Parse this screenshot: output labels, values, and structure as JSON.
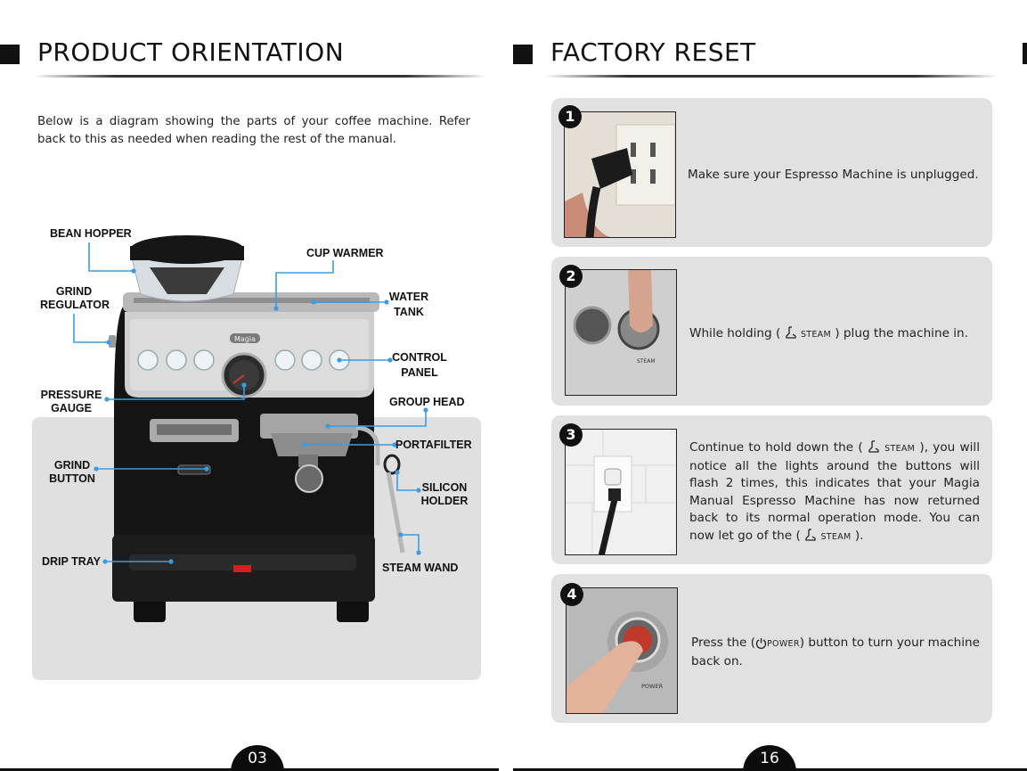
{
  "left_page": {
    "heading": "PRODUCT ORIENTATION",
    "intro": "Below is a diagram showing the parts of your coffee machine. Refer back to this as needed when reading the rest of the manual.",
    "labels": {
      "bean_hopper": "BEAN HOPPER",
      "cup_warmer": "CUP WARMER",
      "grind_regulator_1": "GRIND",
      "grind_regulator_2": "REGULATOR",
      "water_tank_1": "WATER",
      "water_tank_2": "TANK",
      "control_panel_1": "CONTROL",
      "control_panel_2": "PANEL",
      "pressure_gauge_1": "PRESSURE",
      "pressure_gauge_2": "GAUGE",
      "group_head": "GROUP HEAD",
      "portafilter": "PORTAFILTER",
      "grind_button_1": "GRIND",
      "grind_button_2": "BUTTON",
      "silicon_holder_1": "SILICON",
      "silicon_holder_2": "HOLDER",
      "drip_tray": "DRIP TRAY",
      "steam_wand": "STEAM WAND"
    },
    "machine_brand": "Magia",
    "page_number": "03"
  },
  "right_page": {
    "heading": "FACTORY RESET",
    "steps": [
      {
        "number": "1",
        "text": "Make sure your Espresso Machine is unplugged."
      },
      {
        "number": "2",
        "text_before": "While holding (",
        "button": "STEAM",
        "text_after": ") plug the machine in."
      },
      {
        "number": "3",
        "text_a": "Continue to hold down the (",
        "button": "STEAM",
        "text_b": "), you will notice all the lights around the buttons will flash 2 times, this indicates that your Magia Manual Espresso Machine has now returned back to its normal operation mode. You can now let go of the (",
        "text_c": ")."
      },
      {
        "number": "4",
        "text_before": "Press the (",
        "button": "POWER",
        "text_after": ") button to turn your machine back on."
      }
    ],
    "photo_labels": {
      "steam": "STEAM",
      "power": "POWER"
    },
    "page_number": "16"
  },
  "colors": {
    "leader_line": "#3d9be0",
    "card_bg": "#e1e1e1",
    "diagram_bg": "#e0e0e0",
    "accent_dark": "#111111"
  },
  "icons": {
    "steam_button": "steam-wand-icon",
    "power_button": "power-icon"
  }
}
